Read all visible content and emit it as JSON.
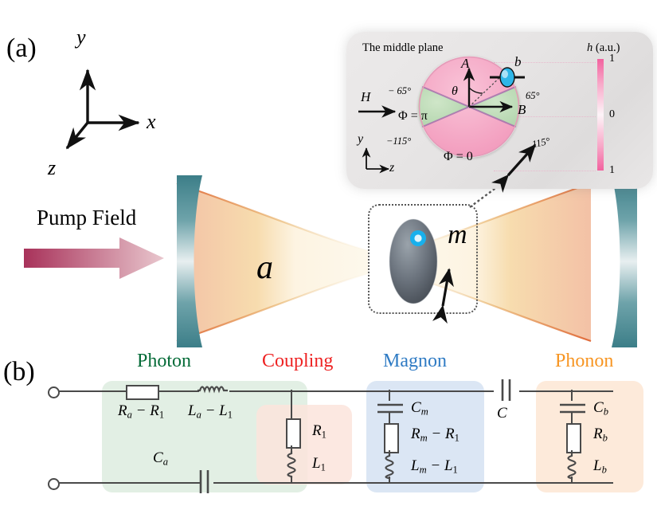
{
  "figure": {
    "panel_a_label": "(a)",
    "panel_b_label": "(b)"
  },
  "panel_a": {
    "axes": {
      "y": "y",
      "x": "x",
      "z": "z"
    },
    "pump_label": "Pump Field",
    "cavity_mode_label": "a",
    "magnon_label": "m",
    "mirror_color": "#3f8089",
    "beam_color": "#f2c3a8",
    "pump_arrow_colors": [
      "#a8325a",
      "#e8c3cc"
    ],
    "sphere_dot_color": "#18b0ec"
  },
  "inset": {
    "title": "The middle plane",
    "colorbar_title": "h (a.u.)",
    "colorbar_ticks": [
      "1",
      "0",
      "1"
    ],
    "axis_A": "A",
    "axis_B": "B",
    "theta": "θ",
    "b_label": "b",
    "H_label": "H",
    "mini_axes": {
      "y": "y",
      "z": "z"
    },
    "phase_pi": "Φ = π",
    "phase_0": "Φ = 0",
    "angles": {
      "upper_left": "− 65°",
      "lower_left": "−115°",
      "upper_right": "65°",
      "lower_right": "115°"
    },
    "angle_values": {
      "upper_left": "-65",
      "lower_left": "-115",
      "upper_right": "65",
      "lower_right": "115"
    },
    "sector_pink": "#f4a7c4",
    "sector_green": "#b8d8b4",
    "sector_divider": "#9b6aa8"
  },
  "panel_b": {
    "sections": [
      {
        "name": "Photon",
        "color": "#056b38",
        "fill": "#e2efe4"
      },
      {
        "name": "Coupling",
        "color": "#ee2222",
        "fill": "#fbe4dc"
      },
      {
        "name": "Magnon",
        "color": "#2f7bc4",
        "fill": "#dbe6f4"
      },
      {
        "name": "Phonon",
        "color": "#f79522",
        "fill": "#fdeada"
      }
    ],
    "components": {
      "photon_resistor": "Rₐ − R₁",
      "photon_inductor": "Lₐ − L₁",
      "photon_capacitor": "Cₐ",
      "coupling_resistor": "R₁",
      "coupling_inductor": "L₁",
      "magnon_capacitor": "Cₘ",
      "magnon_resistor": "Rₘ − R₁",
      "magnon_inductor": "Lₘ − L₁",
      "series_capacitor": "C",
      "phonon_capacitor": "Cᵇ",
      "phonon_resistor": "Rᵇ",
      "phonon_inductor": "Lᵇ"
    },
    "labels": {
      "Ra_R1": {
        "base1": "R",
        "sub1": "a",
        "op": " − ",
        "base2": "R",
        "sub2": "1"
      },
      "La_L1": {
        "base1": "L",
        "sub1": "a",
        "op": " − ",
        "base2": "L",
        "sub2": "1"
      },
      "Ca": {
        "base1": "C",
        "sub1": "a"
      },
      "R1": {
        "base1": "R",
        "sub1": "1"
      },
      "L1": {
        "base1": "L",
        "sub1": "1"
      },
      "Cm": {
        "base1": "C",
        "sub1": "m"
      },
      "Rm_R1": {
        "base1": "R",
        "sub1": "m",
        "op": " − ",
        "base2": "R",
        "sub2": "1"
      },
      "Lm_L1": {
        "base1": "L",
        "sub1": "m",
        "op": " − ",
        "base2": "L",
        "sub2": "1"
      },
      "C": {
        "base1": "C",
        "sub1": ""
      },
      "Cb": {
        "base1": "C",
        "sub1": "b"
      },
      "Rb": {
        "base1": "R",
        "sub1": "b"
      },
      "Lb": {
        "base1": "L",
        "sub1": "b"
      }
    },
    "wire_color": "#4a4a4a"
  }
}
